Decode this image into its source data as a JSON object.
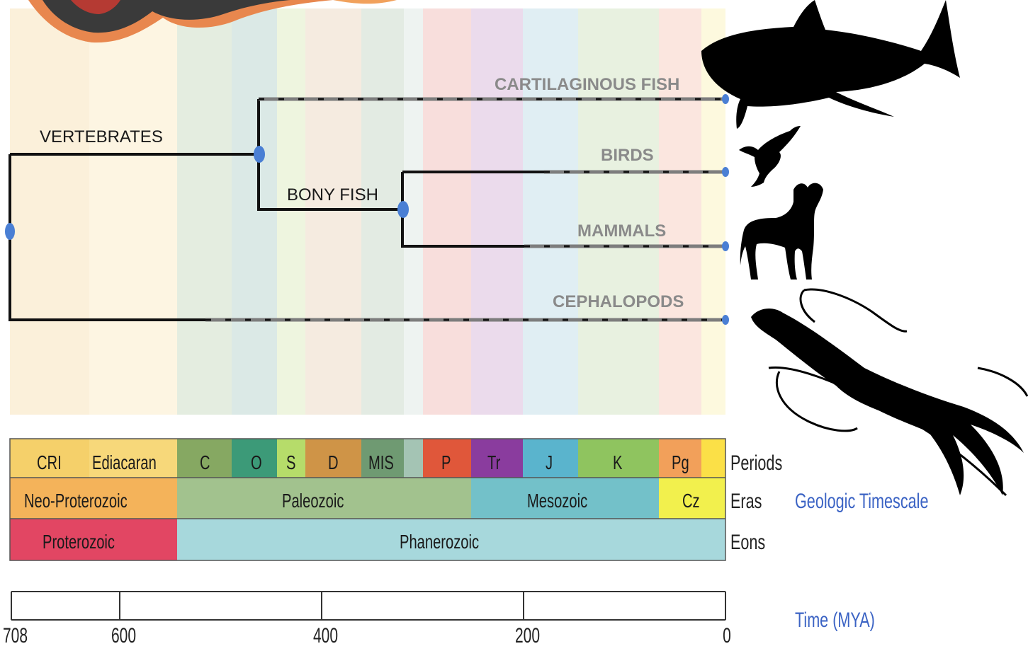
{
  "tree": {
    "clades": [
      "VERTEBRATES",
      "BONY FISH"
    ],
    "tips": [
      "CARTILAGINOUS FISH",
      "BIRDS",
      "MAMMALS",
      "CEPHALOPODS"
    ]
  },
  "timescale": {
    "title": "Geologic Timescale",
    "periods_label": "Periods",
    "eras_label": "Eras",
    "eons_label": "Eons",
    "periods": [
      {
        "label": "CRI",
        "color": "#f5d06a"
      },
      {
        "label": "Ediacaran",
        "color": "#f7d87a"
      },
      {
        "label": "C",
        "color": "#86a862"
      },
      {
        "label": "O",
        "color": "#3c9a78"
      },
      {
        "label": "S",
        "color": "#b6dc6a"
      },
      {
        "label": "D",
        "color": "#cf9447"
      },
      {
        "label": "MIS",
        "color": "#6f9a72"
      },
      {
        "label": "",
        "color": "#a4c4b4"
      },
      {
        "label": "P",
        "color": "#e0573a"
      },
      {
        "label": "Tr",
        "color": "#8a3c9e"
      },
      {
        "label": "J",
        "color": "#5ab4cd"
      },
      {
        "label": "K",
        "color": "#8fc45f"
      },
      {
        "label": "Pg",
        "color": "#f2a05a"
      },
      {
        "label": "",
        "color": "#fbe047"
      }
    ],
    "eras": [
      {
        "label": "Neo-Proterozoic",
        "color": "#f4b35a"
      },
      {
        "label": "Paleozoic",
        "color": "#a2c28e"
      },
      {
        "label": "Mesozoic",
        "color": "#73c1c9"
      },
      {
        "label": "Cz",
        "color": "#f2f04d"
      }
    ],
    "eons": [
      {
        "label": "Proterozoic",
        "color": "#e24663"
      },
      {
        "label": "Phanerozoic",
        "color": "#a7d8dc"
      }
    ]
  },
  "axis": {
    "title": "Time (MYA)",
    "ticks": [
      "708",
      "600",
      "400",
      "200",
      "0"
    ]
  },
  "colors": {
    "node": "#4a7fd4",
    "branch": "#111111",
    "accent_blue": "#3b63c4"
  },
  "icons": [
    "shark-silhouette-icon",
    "bird-silhouette-icon",
    "wild-dog-silhouette-icon",
    "squid-silhouette-icon",
    "logo-fragment-icon"
  ]
}
